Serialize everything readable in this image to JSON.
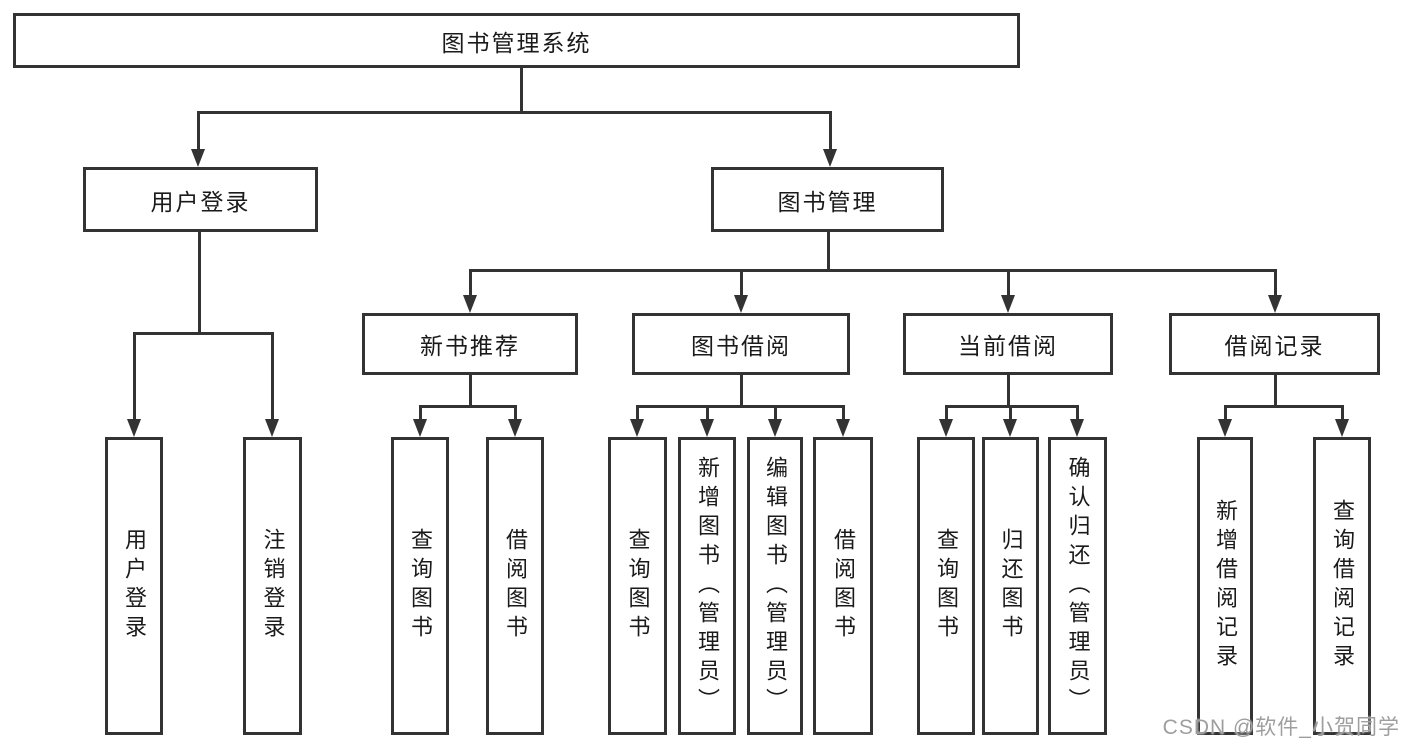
{
  "root": {
    "label": "图书管理系统"
  },
  "branches": [
    {
      "label": "用户登录",
      "children": [
        {
          "label": "用户登录"
        },
        {
          "label": "注销登录"
        }
      ]
    },
    {
      "label": "图书管理",
      "children": [
        {
          "label": "新书推荐",
          "children": [
            {
              "label": "查询图书"
            },
            {
              "label": "借阅图书"
            }
          ]
        },
        {
          "label": "图书借阅",
          "children": [
            {
              "label": "查询图书"
            },
            {
              "label": "新增图书（管理员）"
            },
            {
              "label": "编辑图书（管理员）"
            },
            {
              "label": "借阅图书"
            }
          ]
        },
        {
          "label": "当前借阅",
          "children": [
            {
              "label": "查询图书"
            },
            {
              "label": "归还图书"
            },
            {
              "label": "确认归还（管理员）"
            }
          ]
        },
        {
          "label": "借阅记录",
          "children": [
            {
              "label": "新增借阅记录"
            },
            {
              "label": "查询借阅记录"
            }
          ]
        }
      ]
    }
  ],
  "watermark": "CSDN @软件_小贺同学",
  "colors": {
    "line": "#333333",
    "text": "#1a1a1a",
    "watermark": "#9e9e9e",
    "background": "#ffffff"
  }
}
